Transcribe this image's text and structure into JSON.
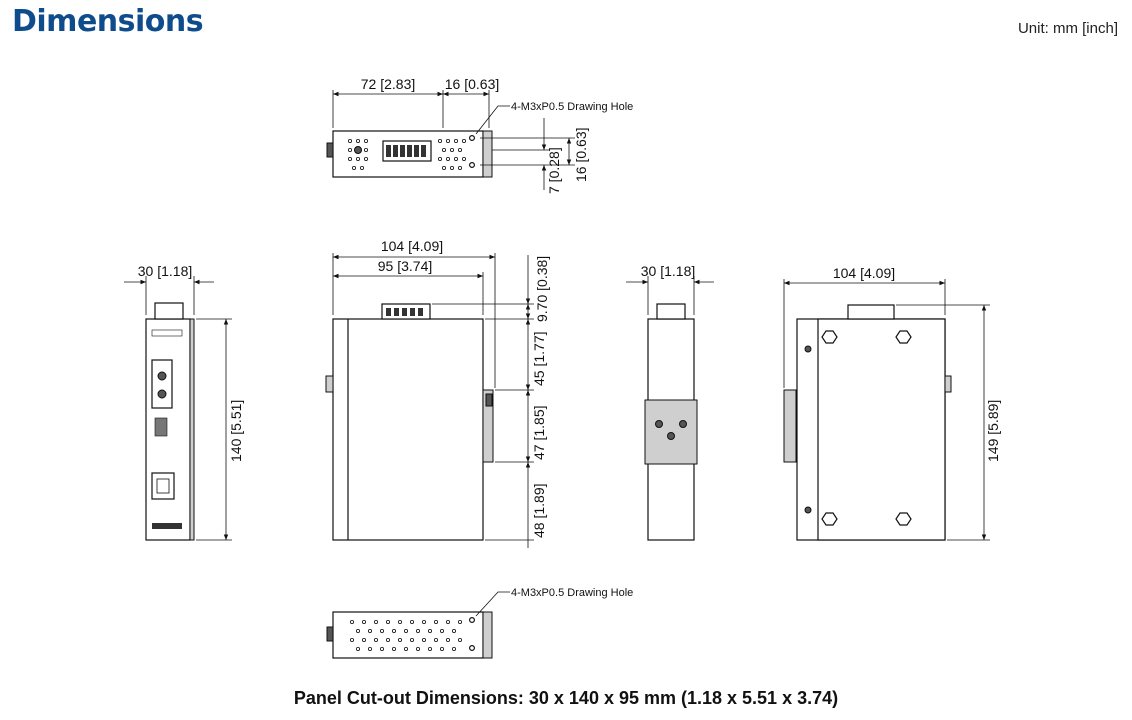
{
  "header": {
    "title": "Dimensions",
    "unit": "Unit: mm [inch]"
  },
  "caption": "Panel Cut-out Dimensions: 30 x 140 x 95 mm (1.18 x 5.51 x 3.74)",
  "top_view": {
    "width_main": "72 [2.83]",
    "width_side": "16 [0.63]",
    "hole_note": "4-M3xP0.5 Drawing Hole",
    "height_small": "7 [0.28]",
    "height_large": "16 [0.63]"
  },
  "front_view": {
    "width": "30 [1.18]",
    "height": "140 [5.51]"
  },
  "side_view": {
    "width_total": "104 [4.09]",
    "width_body": "95 [3.74]",
    "v_top": "9.70 [0.38]",
    "v_1": "45 [1.77]",
    "v_2": "47 [1.85]",
    "v_3": "48 [1.89]"
  },
  "back_view": {
    "width": "30 [1.18]"
  },
  "side_view_2": {
    "width": "104 [4.09]",
    "height": "149 [5.89]"
  },
  "bottom_view": {
    "hole_note": "4-M3xP0.5 Drawing Hole"
  }
}
